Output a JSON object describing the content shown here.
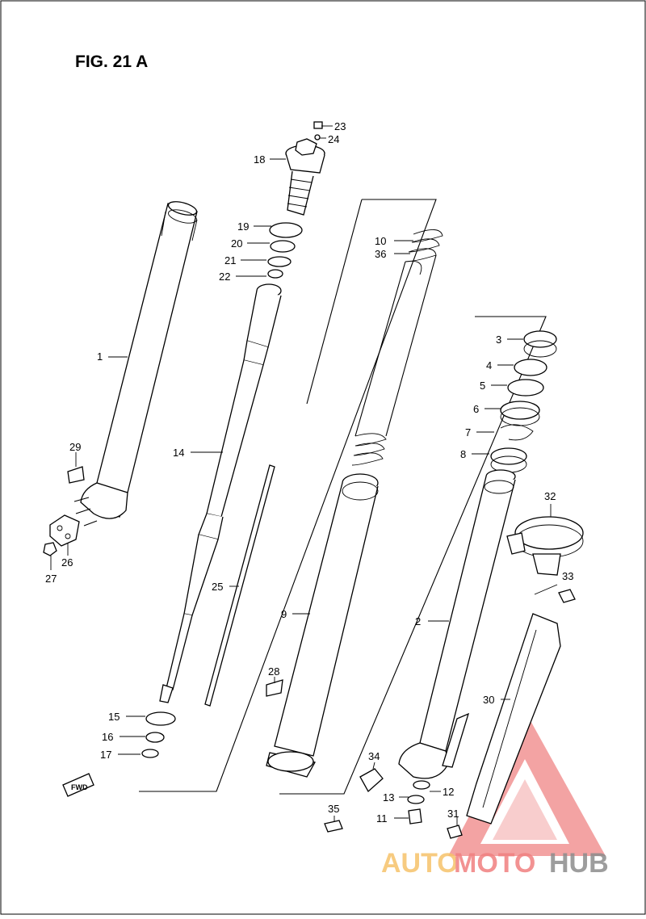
{
  "figure": {
    "title": "FIG. 21 A"
  },
  "callouts": [
    "1",
    "2",
    "3",
    "4",
    "5",
    "6",
    "7",
    "8",
    "9",
    "10",
    "11",
    "12",
    "13",
    "14",
    "15",
    "16",
    "17",
    "18",
    "19",
    "20",
    "21",
    "22",
    "23",
    "24",
    "25",
    "26",
    "27",
    "28",
    "29",
    "30",
    "31",
    "32",
    "33",
    "34",
    "35",
    "36"
  ],
  "fwd_badge": "FWD",
  "watermark": {
    "part1": "AUTO",
    "part2": "MOTO",
    "part3": "HUB",
    "colors": {
      "part1": "#f6c26b",
      "part2": "#f08080",
      "part3": "#8c8c8c",
      "triangle": "#ee7d7d"
    }
  }
}
